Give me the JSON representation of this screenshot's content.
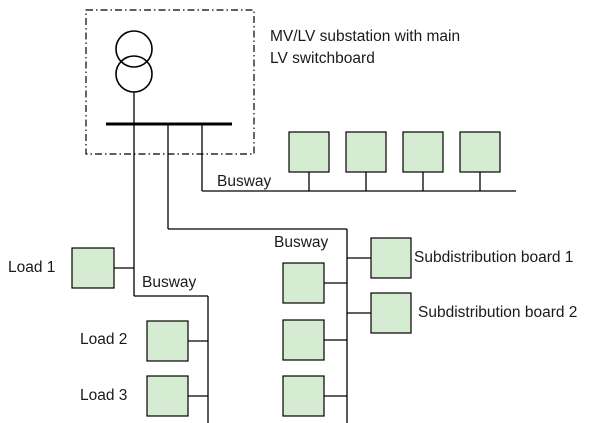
{
  "colors": {
    "box_fill": "#d6ecd2",
    "line": "#000000",
    "text": "#1a1a1a"
  },
  "substation": {
    "title_line1": "MV/LV substation with main",
    "title_line2": "LV switchboard"
  },
  "busways": {
    "top": "Busway",
    "middle": "Busway",
    "left": "Busway"
  },
  "loads": [
    "Load 1",
    "Load 2",
    "Load 3"
  ],
  "subdistribution": [
    "Subdistribution board 1",
    "Subdistribution board 2"
  ]
}
